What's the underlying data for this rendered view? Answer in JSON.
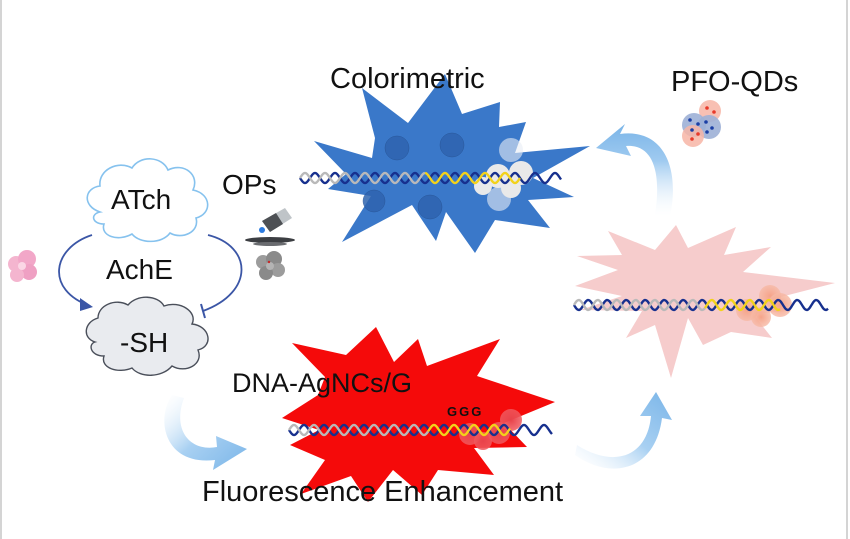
{
  "diagram": {
    "type": "sensing-scheme",
    "labels": {
      "colorimetric": "Colorimetric",
      "pfo_qds": "PFO-QDs",
      "ops": "OPs",
      "atch": "ATch",
      "ache": "AchE",
      "sh": "-SH",
      "dna_agncs": "DNA-AgNCs/G",
      "ggg": "GGG",
      "fluorescence": "Fluorescence Enhancement"
    },
    "colors": {
      "blue_burst": "#3a78c9",
      "red_burst": "#f50a0a",
      "pink_burst": "#f6cccc",
      "arrow_blue": "#8ec1ec",
      "dna_navy": "#17308e",
      "dna_gray": "#b9b9b9",
      "dna_yellow": "#f2d21b",
      "cloud_atch_outline": "#7fbfee",
      "cloud_sh_fill": "#e8eaee",
      "enzyme_pink": "#f2a7c8",
      "inhibitor_gray": "#8a8a8a",
      "qd_red": "#f26a4f",
      "qd_blue": "#2550b0",
      "border": "#d4d4d4"
    },
    "flow": [
      {
        "from": "ATch",
        "to": "-SH",
        "via": "AchE",
        "relation": "catalysis"
      },
      {
        "from": "OPs",
        "to": "-SH",
        "relation": "inhibition"
      },
      {
        "from": "-SH",
        "to": "DNA-AgNCs/G",
        "relation": "Fluorescence Enhancement"
      },
      {
        "from": "DNA-AgNCs/G",
        "to": "PFO-QDs complex",
        "relation": "quenching"
      },
      {
        "from": "PFO-QDs",
        "to": "Colorimetric",
        "relation": "colorimetric readout"
      }
    ]
  }
}
